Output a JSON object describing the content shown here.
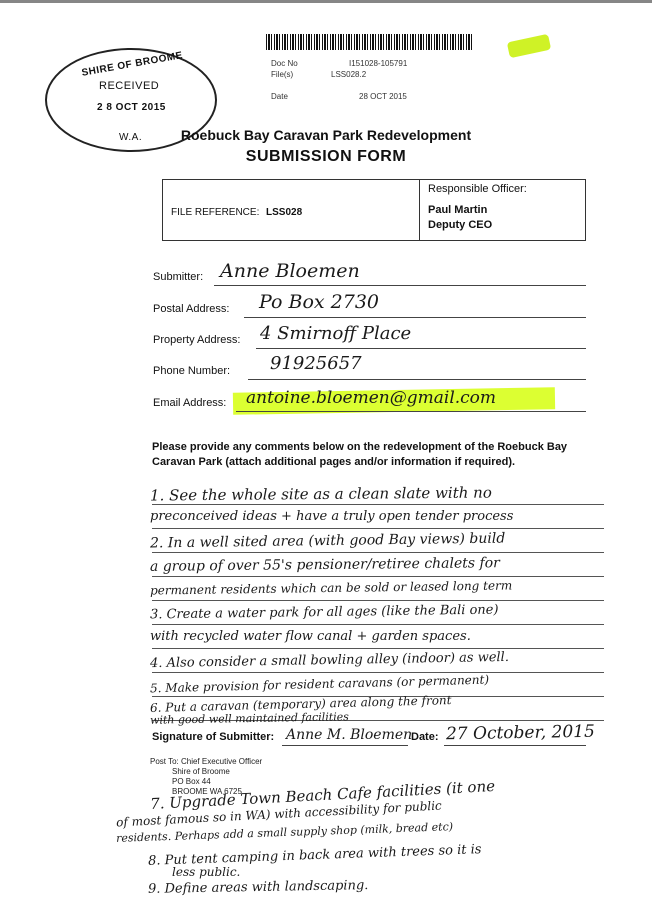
{
  "stamp": {
    "shire": "SHIRE OF BROOME",
    "received": "RECEIVED",
    "date": "2 8 OCT 2015",
    "wa": "W.A."
  },
  "doc_meta": {
    "doc_no_label": "Doc No",
    "doc_no_value": "I151028-105791",
    "files_label": "File(s)",
    "files_value": "LSS028.2",
    "date_label": "Date",
    "date_value": "28 OCT 2015"
  },
  "header": {
    "title": "Roebuck Bay Caravan Park Redevelopment",
    "subtitle": "SUBMISSION FORM"
  },
  "reference": {
    "file_reference_label": "FILE REFERENCE:",
    "file_reference_value": "LSS028",
    "officer_label": "Responsible Officer:",
    "officer_name": "Paul Martin",
    "officer_title": "Deputy CEO"
  },
  "submitter": {
    "submitter_label": "Submitter:",
    "submitter_value": "Anne Bloemen",
    "postal_label": "Postal Address:",
    "postal_value": "Po Box 2730",
    "property_label": "Property Address:",
    "property_value": "4 Smirnoff Place",
    "phone_label": "Phone Number:",
    "phone_value": "91925657",
    "email_label": "Email Address:",
    "email_value": "antoine.bloemen@gmail.com"
  },
  "instructions": "Please provide any comments below on the redevelopment of the Roebuck Bay Caravan Park (attach additional pages and/or information if required).",
  "comments": [
    "1. See the whole site as a clean slate with no",
    "preconceived ideas + have a truly open tender process",
    "2. In a well sited area (with good Bay views) build",
    "a group of over 55's pensioner/retiree chalets for",
    "permanent residents which can be sold or leased long term",
    "3. Create a water park for all ages (like the Bali one)",
    "with recycled water flow canal + garden spaces.",
    "4. Also consider a small bowling alley (indoor) as well.",
    "5. Make provision for resident caravans (or permanent)",
    "6. Put a caravan (temporary) area along the front",
    "with good well maintained facilities"
  ],
  "signature": {
    "label": "Signature of Submitter:",
    "signature_value": "Anne M. Bloemen",
    "date_label": "Date:",
    "date_value": "27 October, 2015"
  },
  "post_to": {
    "line1": "Post To: Chief Executive Officer",
    "line2": "Shire of Broome",
    "line3": "PO Box 44",
    "line4": "BROOME WA 6725"
  },
  "extra_comments": [
    "7. Upgrade Town Beach Cafe facilities (it one",
    "of most famous so in WA) with accessibility for public",
    "residents. Perhaps add a small supply shop (milk, bread etc)",
    "8. Put tent camping in back area with trees so it is",
    "less public.",
    "9. Define areas with landscaping."
  ]
}
